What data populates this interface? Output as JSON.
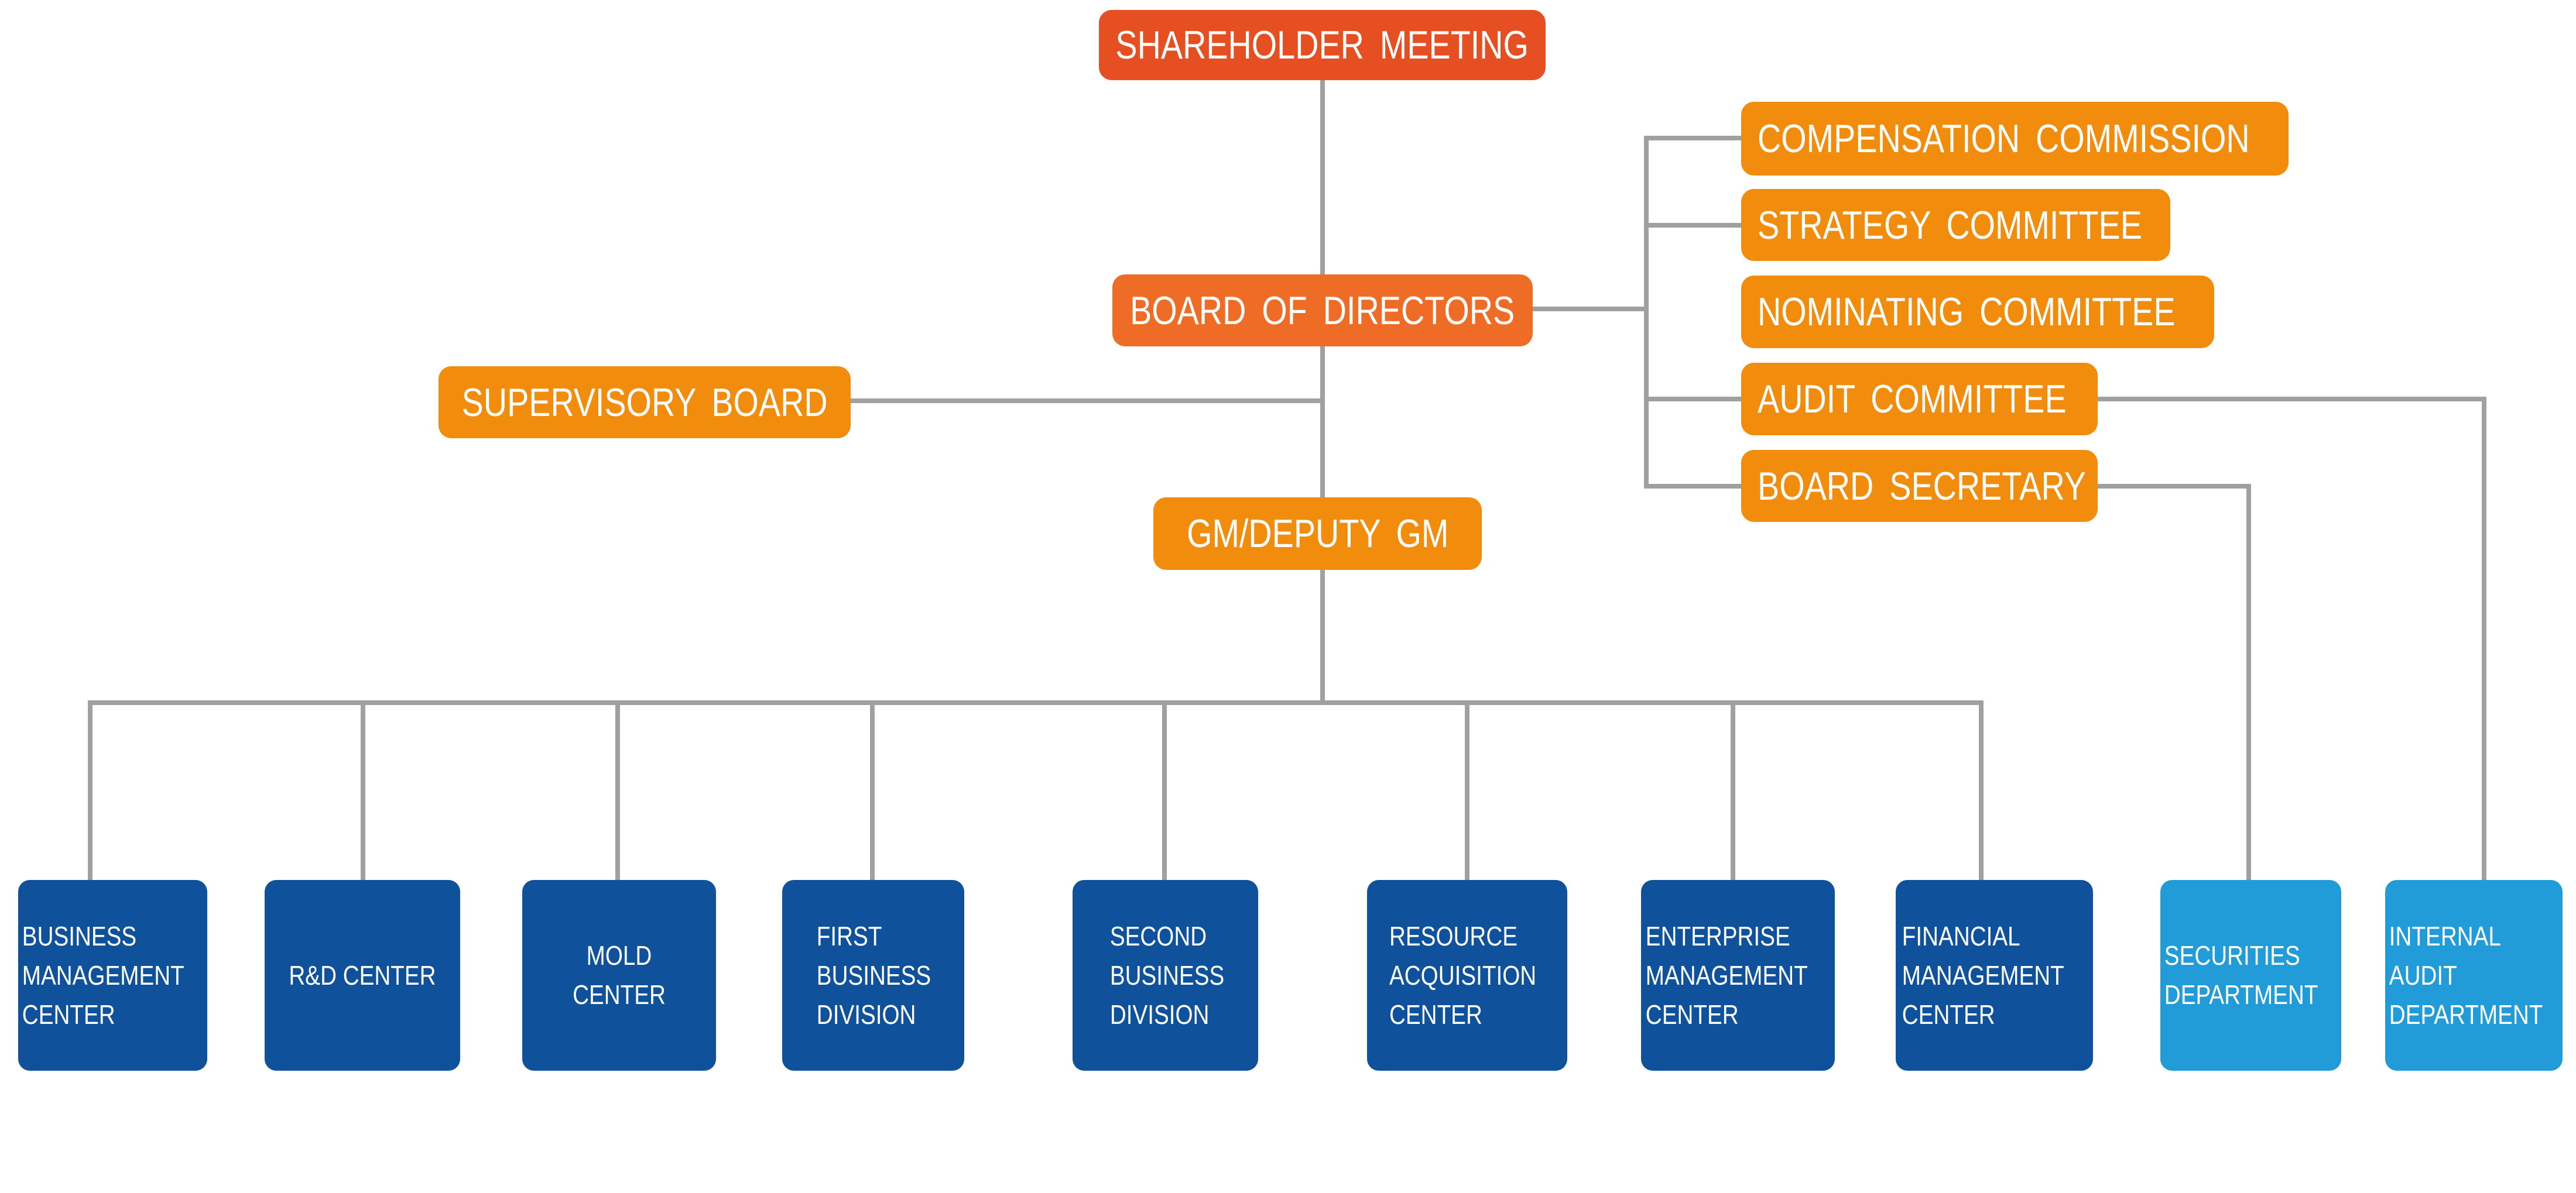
{
  "colors": {
    "shareholder": "#E54F21",
    "board": "#EE6C26",
    "orange": "#F28C0C",
    "department_dark": "#0F529B",
    "department_light": "#229CD9",
    "connector": "#A0A0A0"
  },
  "top": {
    "shareholder_meeting": "SHAREHOLDER MEETING",
    "board_of_directors": "BOARD OF DIRECTORS",
    "supervisory_board": "SUPERVISORY BOARD",
    "gm": "GM/DEPUTY GM"
  },
  "committees": [
    {
      "label": "COMPENSATION COMMISSION"
    },
    {
      "label": "STRATEGY COMMITTEE"
    },
    {
      "label": "NOMINATING COMMITTEE"
    },
    {
      "label": "AUDIT COMMITTEE"
    },
    {
      "label": "BOARD SECRETARY"
    }
  ],
  "departments": [
    {
      "label": "BUSINESS\nMANAGEMENT\nCENTER"
    },
    {
      "label": "R&D CENTER"
    },
    {
      "label": "MOLD CENTER"
    },
    {
      "label": "FIRST\nBUSINESS\nDIVISION"
    },
    {
      "label": "SECOND\nBUSINESS\nDIVISION"
    },
    {
      "label": "RESOURCE\nACQUISITION\nCENTER"
    },
    {
      "label": "ENTERPRISE\nMANAGEMENT\nCENTER"
    },
    {
      "label": "FINANCIAL\nMANAGEMENT\nCENTER"
    },
    {
      "label": "SECURITIES\nDEPARTMENT"
    },
    {
      "label": "INTERNAL\nAUDIT\nDEPARTMENT"
    }
  ]
}
